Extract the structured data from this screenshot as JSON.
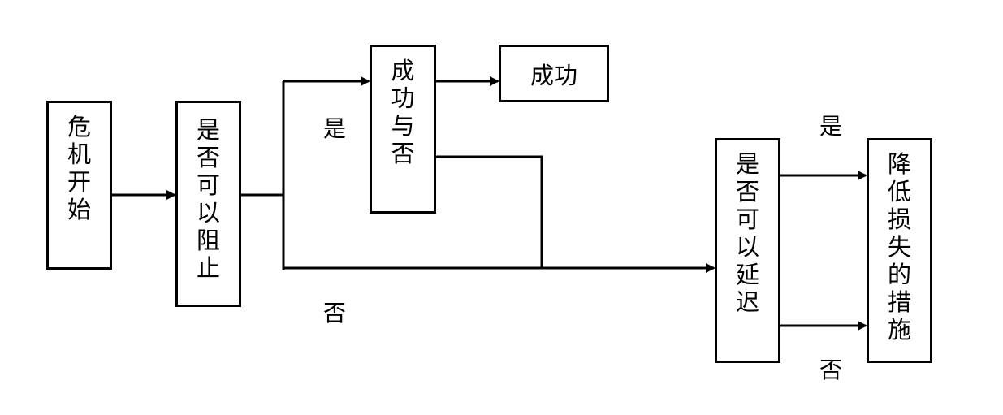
{
  "nodes": {
    "crisis_start": "危机开始",
    "can_prevent": "是否可以阻止",
    "success_or_not": "成功与否",
    "success": "成功",
    "can_delay": "是否可以延迟",
    "reduce_loss": "降低损失的措施"
  },
  "edge_labels": {
    "prevent_yes": "是",
    "prevent_no": "否",
    "delay_yes": "是",
    "delay_no": "否"
  }
}
